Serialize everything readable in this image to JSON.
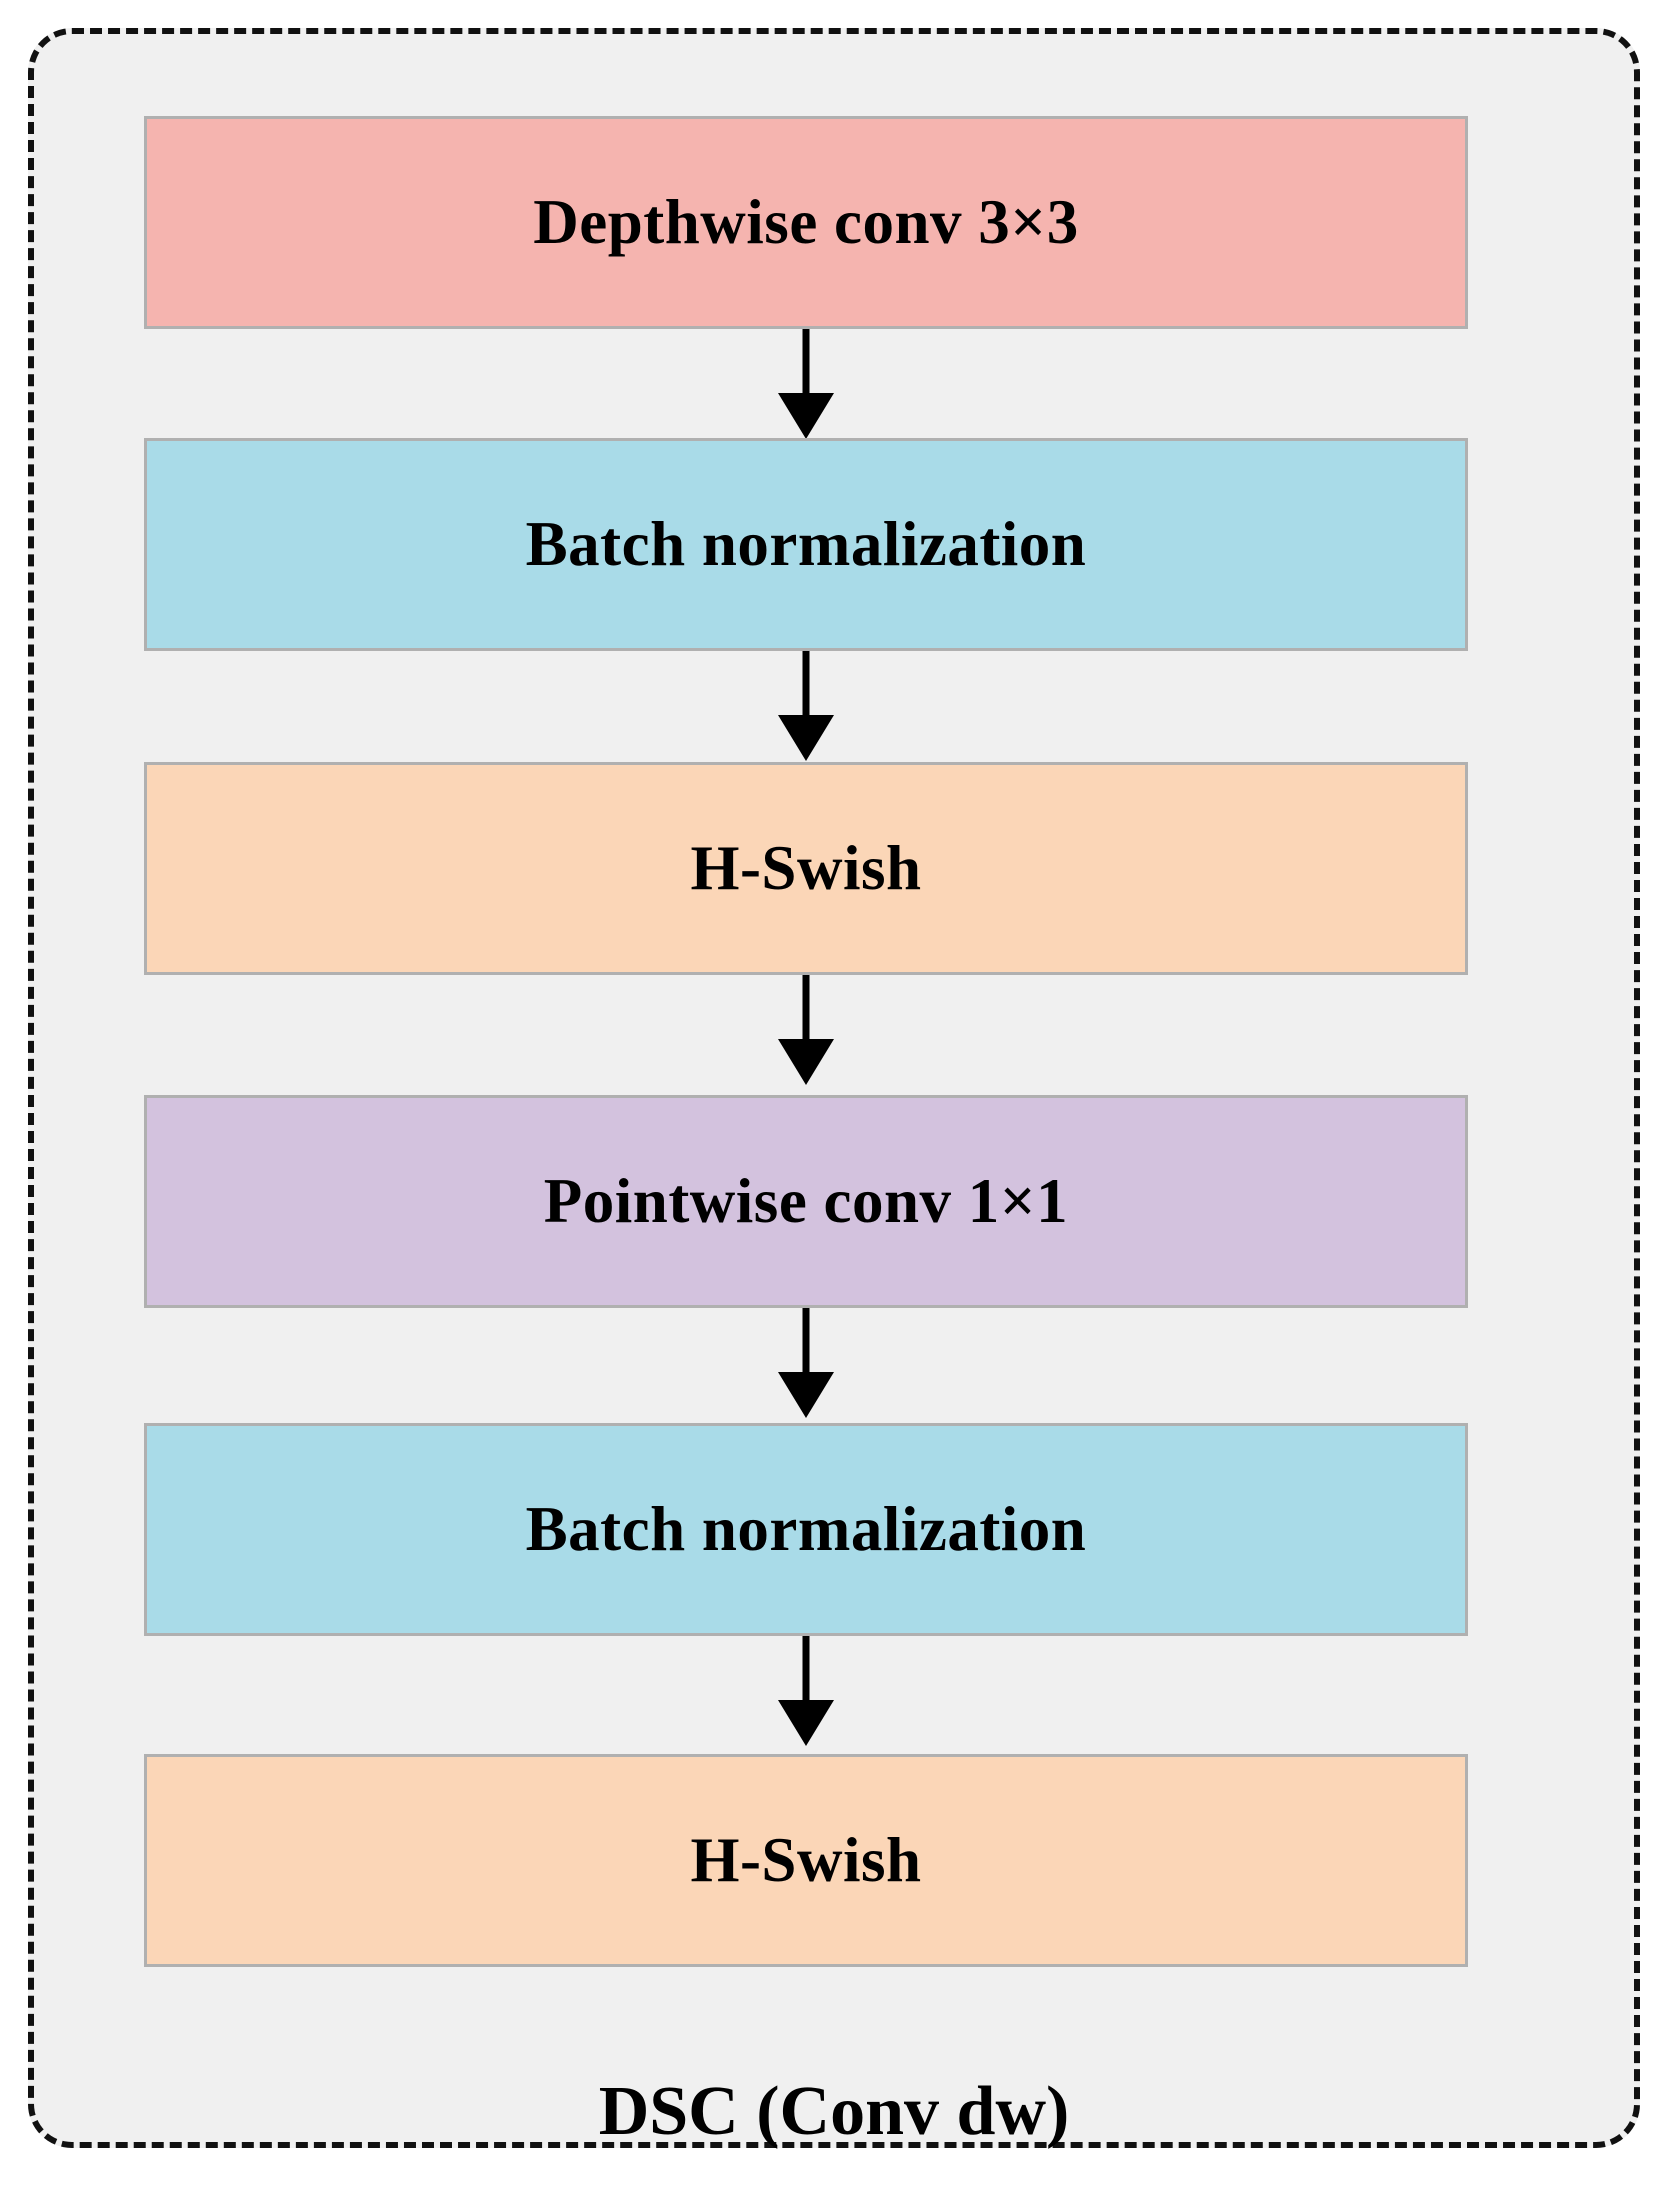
{
  "diagram": {
    "title": "DSC (Conv dw)",
    "container": {
      "border_style": "dashed",
      "border_color": "#111111",
      "background": "#f0f0f0"
    },
    "nodes": [
      {
        "id": "depthwise-conv",
        "label": "Depthwise conv 3×3",
        "color": "#f5b4af",
        "color_name": "pink"
      },
      {
        "id": "batch-norm-1",
        "label": "Batch normalization",
        "color": "#a9dbe8",
        "color_name": "blue"
      },
      {
        "id": "h-swish-1",
        "label": "H-Swish",
        "color": "#fbd6b7",
        "color_name": "peach"
      },
      {
        "id": "pointwise-conv",
        "label": "Pointwise conv 1×1",
        "color": "#d3c2de",
        "color_name": "lavender"
      },
      {
        "id": "batch-norm-2",
        "label": "Batch normalization",
        "color": "#a9dbe8",
        "color_name": "blue"
      },
      {
        "id": "h-swish-2",
        "label": "H-Swish",
        "color": "#fbd6b7",
        "color_name": "peach"
      }
    ],
    "connectors": [
      {
        "from": "depthwise-conv",
        "to": "batch-norm-1",
        "type": "arrow-down"
      },
      {
        "from": "batch-norm-1",
        "to": "h-swish-1",
        "type": "arrow-down"
      },
      {
        "from": "h-swish-1",
        "to": "pointwise-conv",
        "type": "arrow-down"
      },
      {
        "from": "pointwise-conv",
        "to": "batch-norm-2",
        "type": "arrow-down"
      },
      {
        "from": "batch-norm-2",
        "to": "h-swish-2",
        "type": "arrow-down"
      }
    ]
  }
}
